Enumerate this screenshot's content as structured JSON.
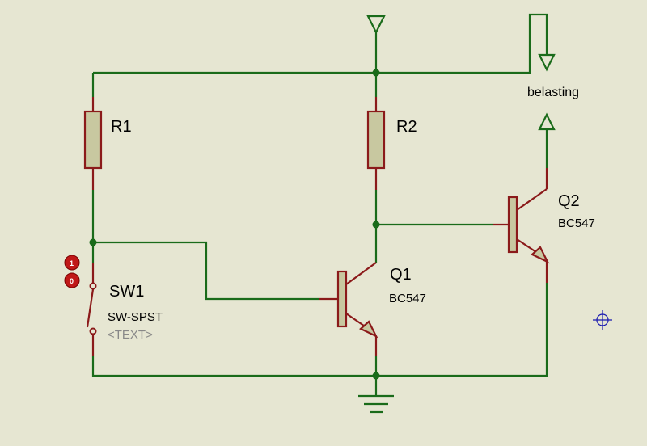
{
  "components": {
    "r1": {
      "ref": "R1"
    },
    "r2": {
      "ref": "R2"
    },
    "q1": {
      "ref": "Q1",
      "value": "BC547"
    },
    "q2": {
      "ref": "Q2",
      "value": "BC547"
    },
    "sw1": {
      "ref": "SW1",
      "value": "SW-SPST",
      "text": "<TEXT>"
    },
    "load": {
      "label": "belasting"
    }
  },
  "switch_state_marks": {
    "top": "1",
    "bottom": "0"
  },
  "colors": {
    "background": "#e6e6d2",
    "wire": "#1a6b1a",
    "component": "#8b1a1a",
    "body_fill": "#c8c8a0",
    "state_indicator": "#c01818",
    "origin_marker": "#1a1ab0"
  },
  "icons": [
    "power-terminal-icon",
    "ground-icon",
    "origin-marker-icon",
    "switch-state-indicator-icon"
  ]
}
